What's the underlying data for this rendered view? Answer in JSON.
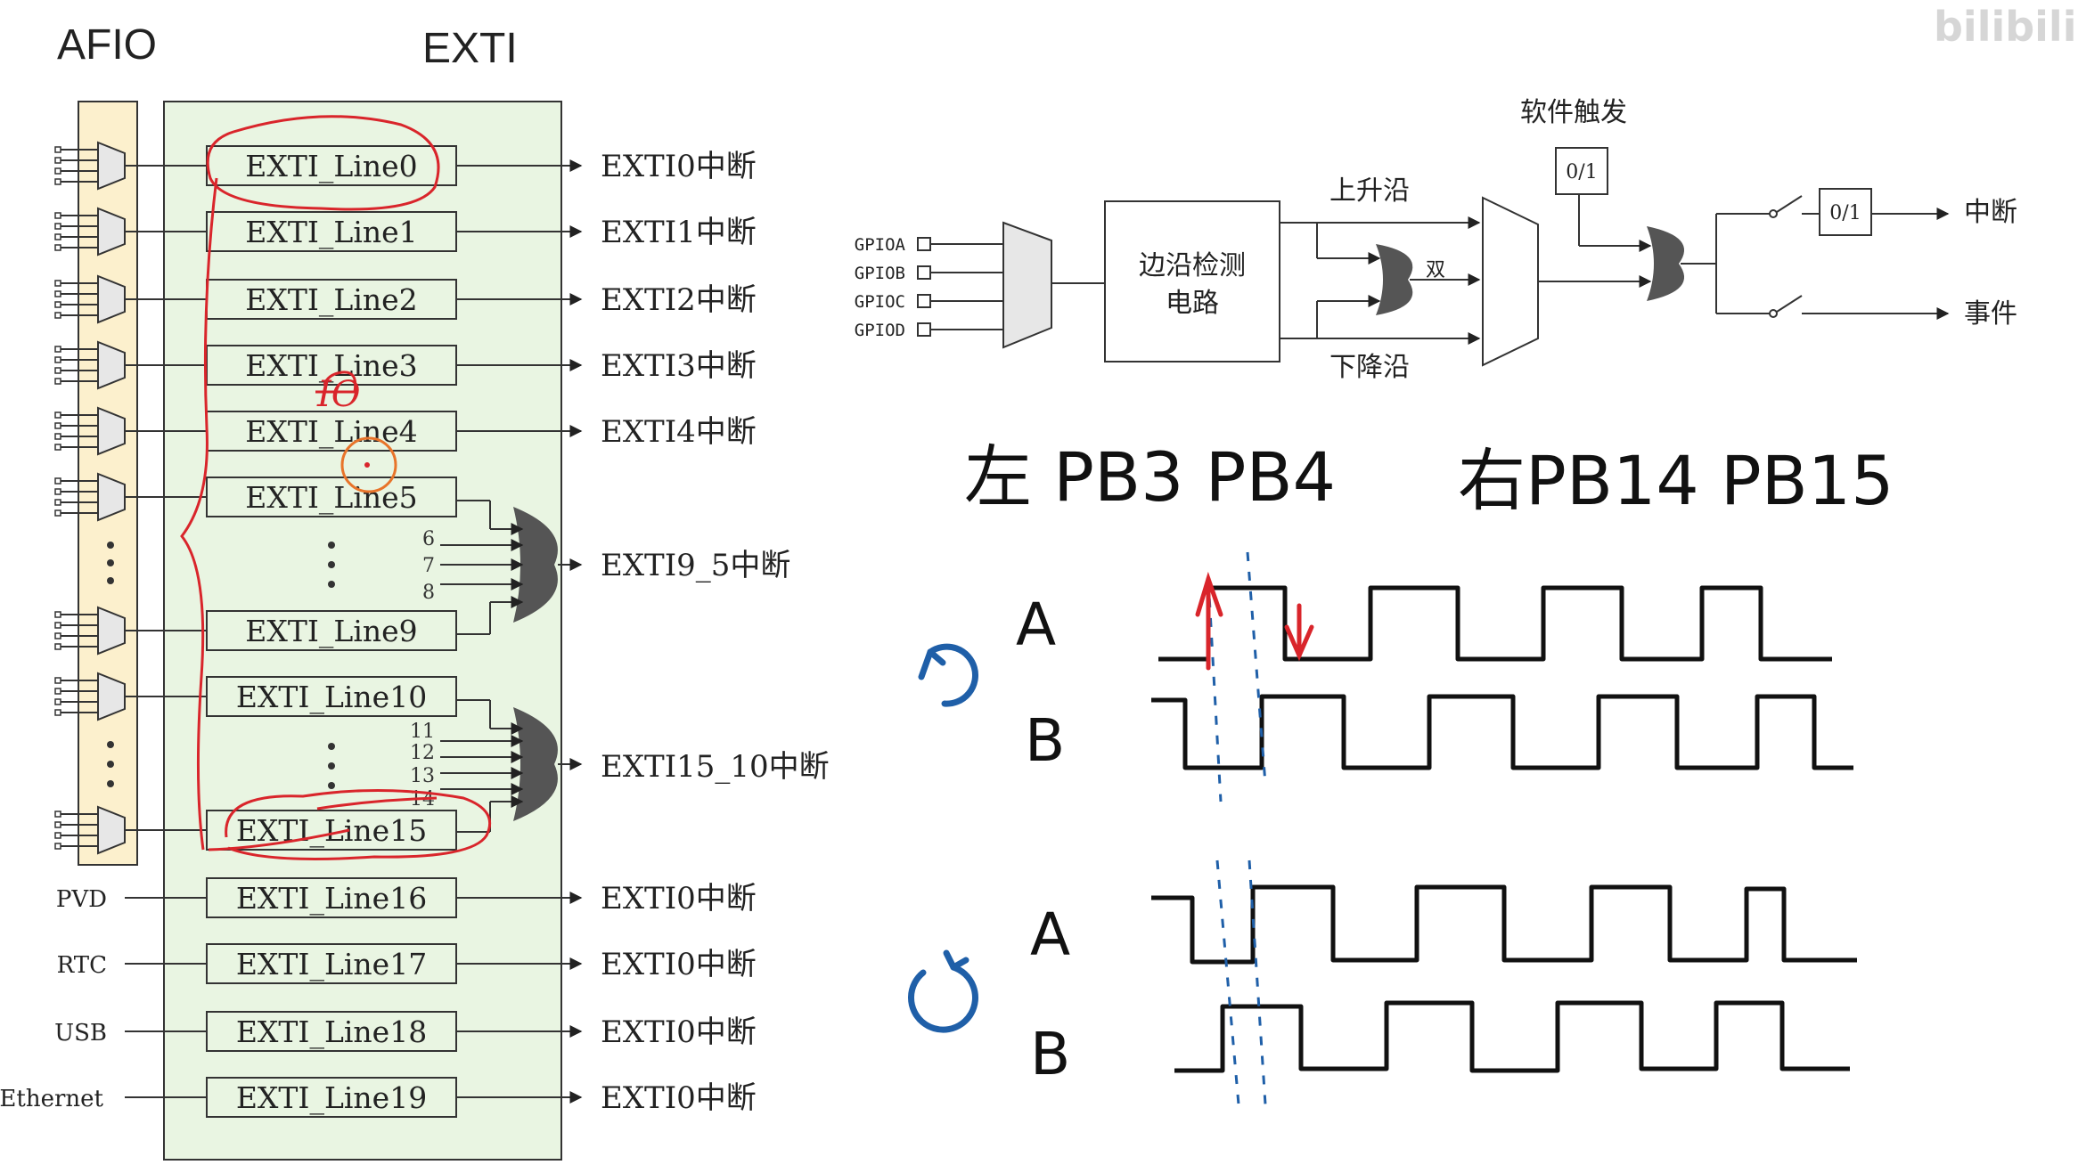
{
  "left_diagram": {
    "afio_title": "AFIO",
    "exti_title": "EXTI",
    "lines": [
      {
        "label": "EXTI_Line0",
        "output": "EXTI0中断"
      },
      {
        "label": "EXTI_Line1",
        "output": "EXTI1中断"
      },
      {
        "label": "EXTI_Line2",
        "output": "EXTI2中断"
      },
      {
        "label": "EXTI_Line3",
        "output": "EXTI3中断"
      },
      {
        "label": "EXTI_Line4",
        "output": "EXTI4中断"
      },
      {
        "label": "EXTI_Line5",
        "output": ""
      },
      {
        "label": "EXTI_Line9",
        "output": ""
      },
      {
        "label": "EXTI_Line10",
        "output": ""
      },
      {
        "label": "EXTI_Line15",
        "output": ""
      },
      {
        "label": "EXTI_Line16",
        "output": "EXTI0中断",
        "source": "PVD"
      },
      {
        "label": "EXTI_Line17",
        "output": "EXTI0中断",
        "source": "RTC"
      },
      {
        "label": "EXTI_Line18",
        "output": "EXTI0中断",
        "source": "USB"
      },
      {
        "label": "EXTI_Line19",
        "output": "EXTI0中断",
        "source": "Ethernet"
      }
    ],
    "merged_outputs": {
      "lines_9_5": "EXTI9_5中断",
      "lines_15_10": "EXTI15_10中断"
    },
    "or_inputs_a": [
      "6",
      "7",
      "8"
    ],
    "or_inputs_b": [
      "11",
      "12",
      "13",
      "14"
    ],
    "annotation": "IO"
  },
  "right_diagram": {
    "gpio_inputs": [
      "GPIOA",
      "GPIOB",
      "GPIOC",
      "GPIOD"
    ],
    "edge_detect": [
      "边沿检测",
      "电路"
    ],
    "rising_edge": "上升沿",
    "falling_edge": "下降沿",
    "both": "双",
    "software_trigger": "软件触发",
    "toggle_1": "0/1",
    "toggle_2": "0/1",
    "output_interrupt": "中断",
    "output_event": "事件"
  },
  "notes": {
    "left_pins": "左 PB3 PB4",
    "right_pins": "右PB14 PB15"
  },
  "waveforms": {
    "cw_a": "A",
    "cw_b": "B",
    "ccw_a": "A",
    "ccw_b": "B",
    "cw_icon": "clockwise-icon",
    "ccw_icon": "counterclockwise-icon"
  },
  "watermark": "bilibili",
  "colors": {
    "afio_fill": "#fcf0cd",
    "exti_fill": "#e9f5e2",
    "mux_fill": "#e7e7e7",
    "gate_fill": "#555555",
    "annotation_red": "#d9252b",
    "annotation_blue": "#1f5fa8",
    "circle_orange": "#e8742a"
  }
}
